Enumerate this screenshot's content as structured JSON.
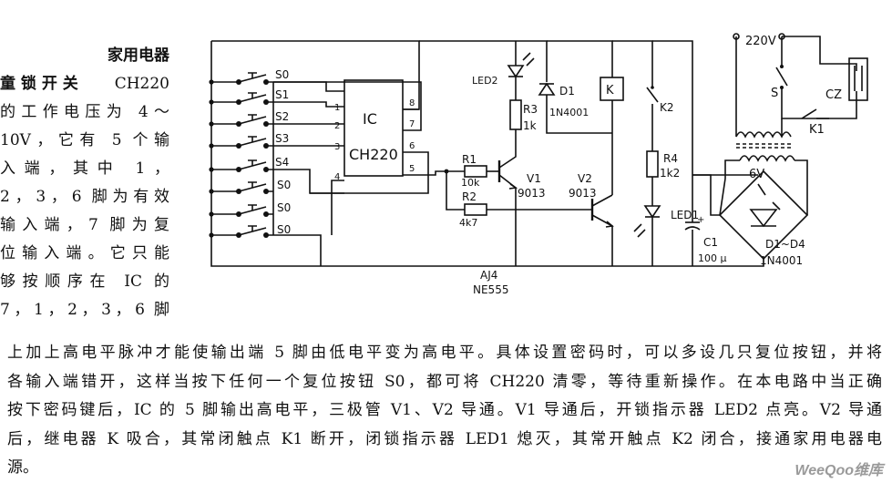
{
  "side_text": {
    "l1": "家用电器",
    "l2_bold": "童锁开关",
    "l2_rest": "CH220",
    "l3": "的工作电压为 4～",
    "l4": "10V，它有 5 个输",
    "l5": "入端，其中 1，",
    "l6": "2，3，6 脚为有效",
    "l7": "输入端，7 脚为复",
    "l8": "位输入端。它只能",
    "l9": "够按顺序在 IC 的",
    "l10": "7，1，2，3，6 脚"
  },
  "bottom_text": {
    "l1": "上加上高电平脉冲才能使输出端 5 脚由低电平变为高电平。具体设置密码时，可以多设几只复位按钮，并将",
    "l2": "各输入端错开，这样当按下任何一个复位按钮 S0，都可将 CH220 清零，等待重新操作。在本电路中当正确",
    "l3": "按下密码键后，IC 的 5 脚输出高电平，三极管 V1、V2 导通。V1 导通后，开锁指示器 LED2 点亮。V2 导通",
    "l4": "后，继电器 K 吸合，其常闭触点 K1 断开，闭锁指示器 LED1 熄灭，其常开触点 K2 闭合，接通家用电器电",
    "l5": "源。"
  },
  "labels": {
    "s0a": "S0",
    "s1": "S1",
    "s2": "S2",
    "s3": "S3",
    "s4": "S4",
    "s0b": "S0",
    "s0c": "S0",
    "s0d": "S0",
    "ic": "IC",
    "ch220": "CH220",
    "p1": "1",
    "p2": "2",
    "p3": "3",
    "p4": "4",
    "p5": "5",
    "p6": "6",
    "p7": "7",
    "p8": "8",
    "led2": "LED2",
    "d1": "D1",
    "d1v": "1N4001",
    "k": "K",
    "k2": "K2",
    "r3": "R3",
    "r3v": "1k",
    "r1": "R1",
    "r1v": "10k",
    "r2": "R2",
    "r2v": "4k7",
    "v1": "V1",
    "v1t": "9013",
    "v2": "V2",
    "v2t": "9013",
    "r4": "R4",
    "r4v": "1k2",
    "led1": "LED1",
    "c1": "C1",
    "c1v": "100 μ",
    "aj4": "AJ4",
    "ne555": "NE555",
    "v220": "220V",
    "s": "S",
    "cz": "CZ",
    "k1": "K1",
    "v6": "6V",
    "d14": "D1~D4",
    "d14v": "1N4001"
  },
  "watermark": "WeeQoo维库"
}
